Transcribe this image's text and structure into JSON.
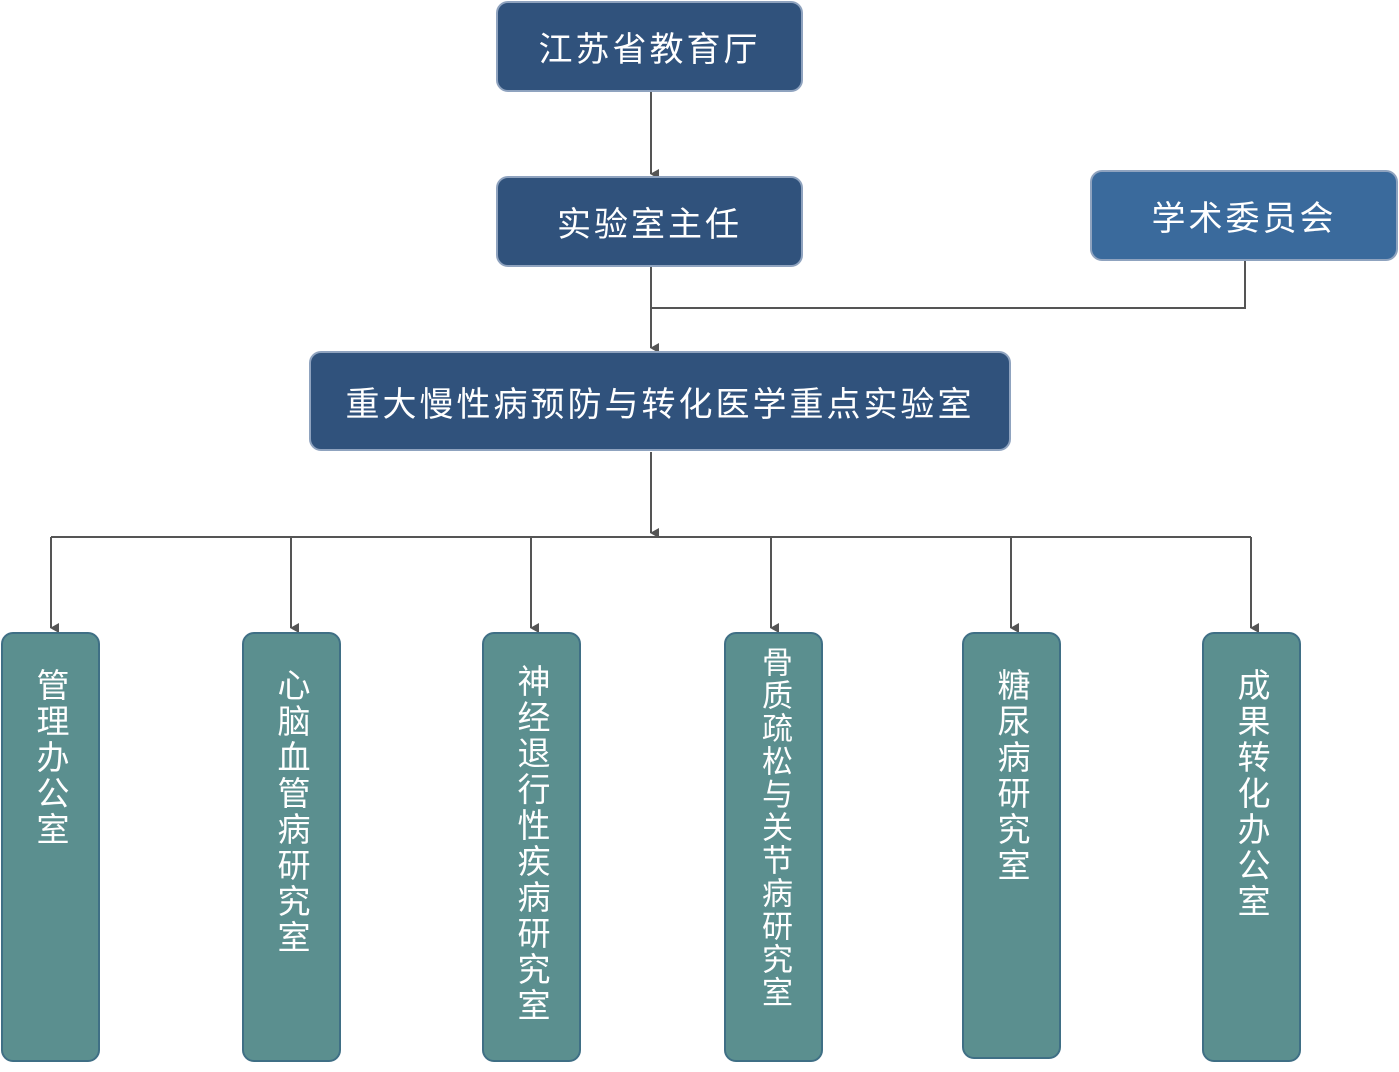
{
  "nodes": {
    "top": "江苏省教育厅",
    "director": "实验室主任",
    "committee": "学术委员会",
    "lab": "重大慢性病预防与转化医学重点实验室"
  },
  "departments": [
    "管理办公室",
    "心脑血管病研究室",
    "神经退行性疾病研究室",
    "骨质疏松与关节病研究室",
    "糖尿病研究室",
    "成果转化办公室"
  ],
  "colors": {
    "dark_box": "#30527c",
    "mid_box": "#3a6a9c",
    "teal_box": "#5b8f8f",
    "connector": "#555555"
  }
}
